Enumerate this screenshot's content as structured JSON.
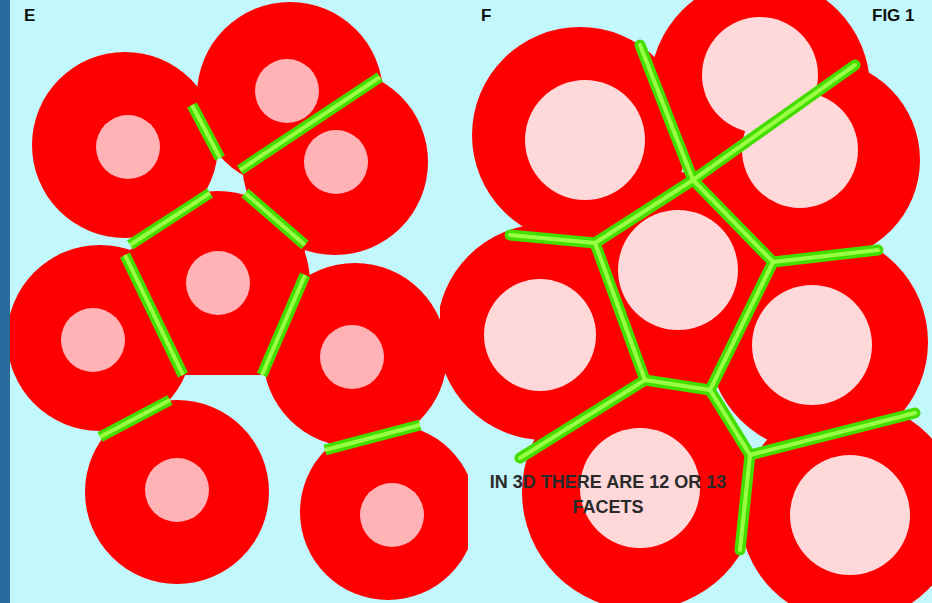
{
  "diagram": {
    "labels": [
      "E",
      "F",
      "FIG 1",
      "IN 3D THERE ARE 12 OR 13 FACETS"
    ]
  }
}
